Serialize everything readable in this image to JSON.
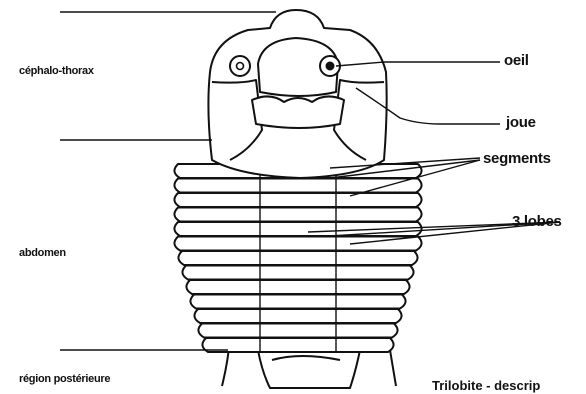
{
  "labels": {
    "cephalothorax": "céphalo-thorax",
    "abdomen": "abdomen",
    "posterior": "région postérieure",
    "eye": "oeil",
    "cheek": "joue",
    "segments": "segments",
    "lobes": "3 lobes"
  },
  "caption": "Trilobite - descrip",
  "colors": {
    "ink": "#111111",
    "paper": "#ffffff"
  }
}
